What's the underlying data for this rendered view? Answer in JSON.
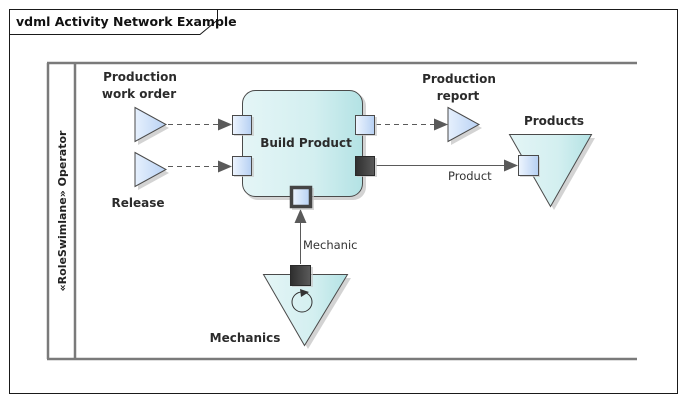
{
  "diagram": {
    "title": "vdml Activity Network Example",
    "swimlane": {
      "label": "«RoleSwimlane» Operator"
    },
    "activity": {
      "name": "Build Product"
    },
    "inputs": [
      {
        "name": "Production work order",
        "line1": "Production",
        "line2": "work order"
      },
      {
        "name": "Release",
        "line1": "Release"
      }
    ],
    "output_deliverable": {
      "line1": "Production",
      "line2": "report"
    },
    "stores": [
      {
        "name": "Products"
      },
      {
        "name": "Mechanics"
      }
    ],
    "flows": [
      {
        "from": "Production work order",
        "to": "Build Product",
        "style": "dashed",
        "label": ""
      },
      {
        "from": "Release",
        "to": "Build Product",
        "style": "dashed",
        "label": ""
      },
      {
        "from": "Build Product",
        "to": "Production report",
        "style": "dashed",
        "label": ""
      },
      {
        "from": "Build Product",
        "to": "Products",
        "style": "solid",
        "label": "Product"
      },
      {
        "from": "Mechanics",
        "to": "Build Product",
        "style": "solid",
        "label": "Mechanic"
      }
    ],
    "colors": {
      "activity_fill_start": "#e3f4f5",
      "activity_fill_end": "#b7e4e6",
      "port_fill_start": "#eaf2fd",
      "port_fill_end": "#b9d3f5",
      "dark_port": "#404040",
      "line": "#595959"
    }
  }
}
